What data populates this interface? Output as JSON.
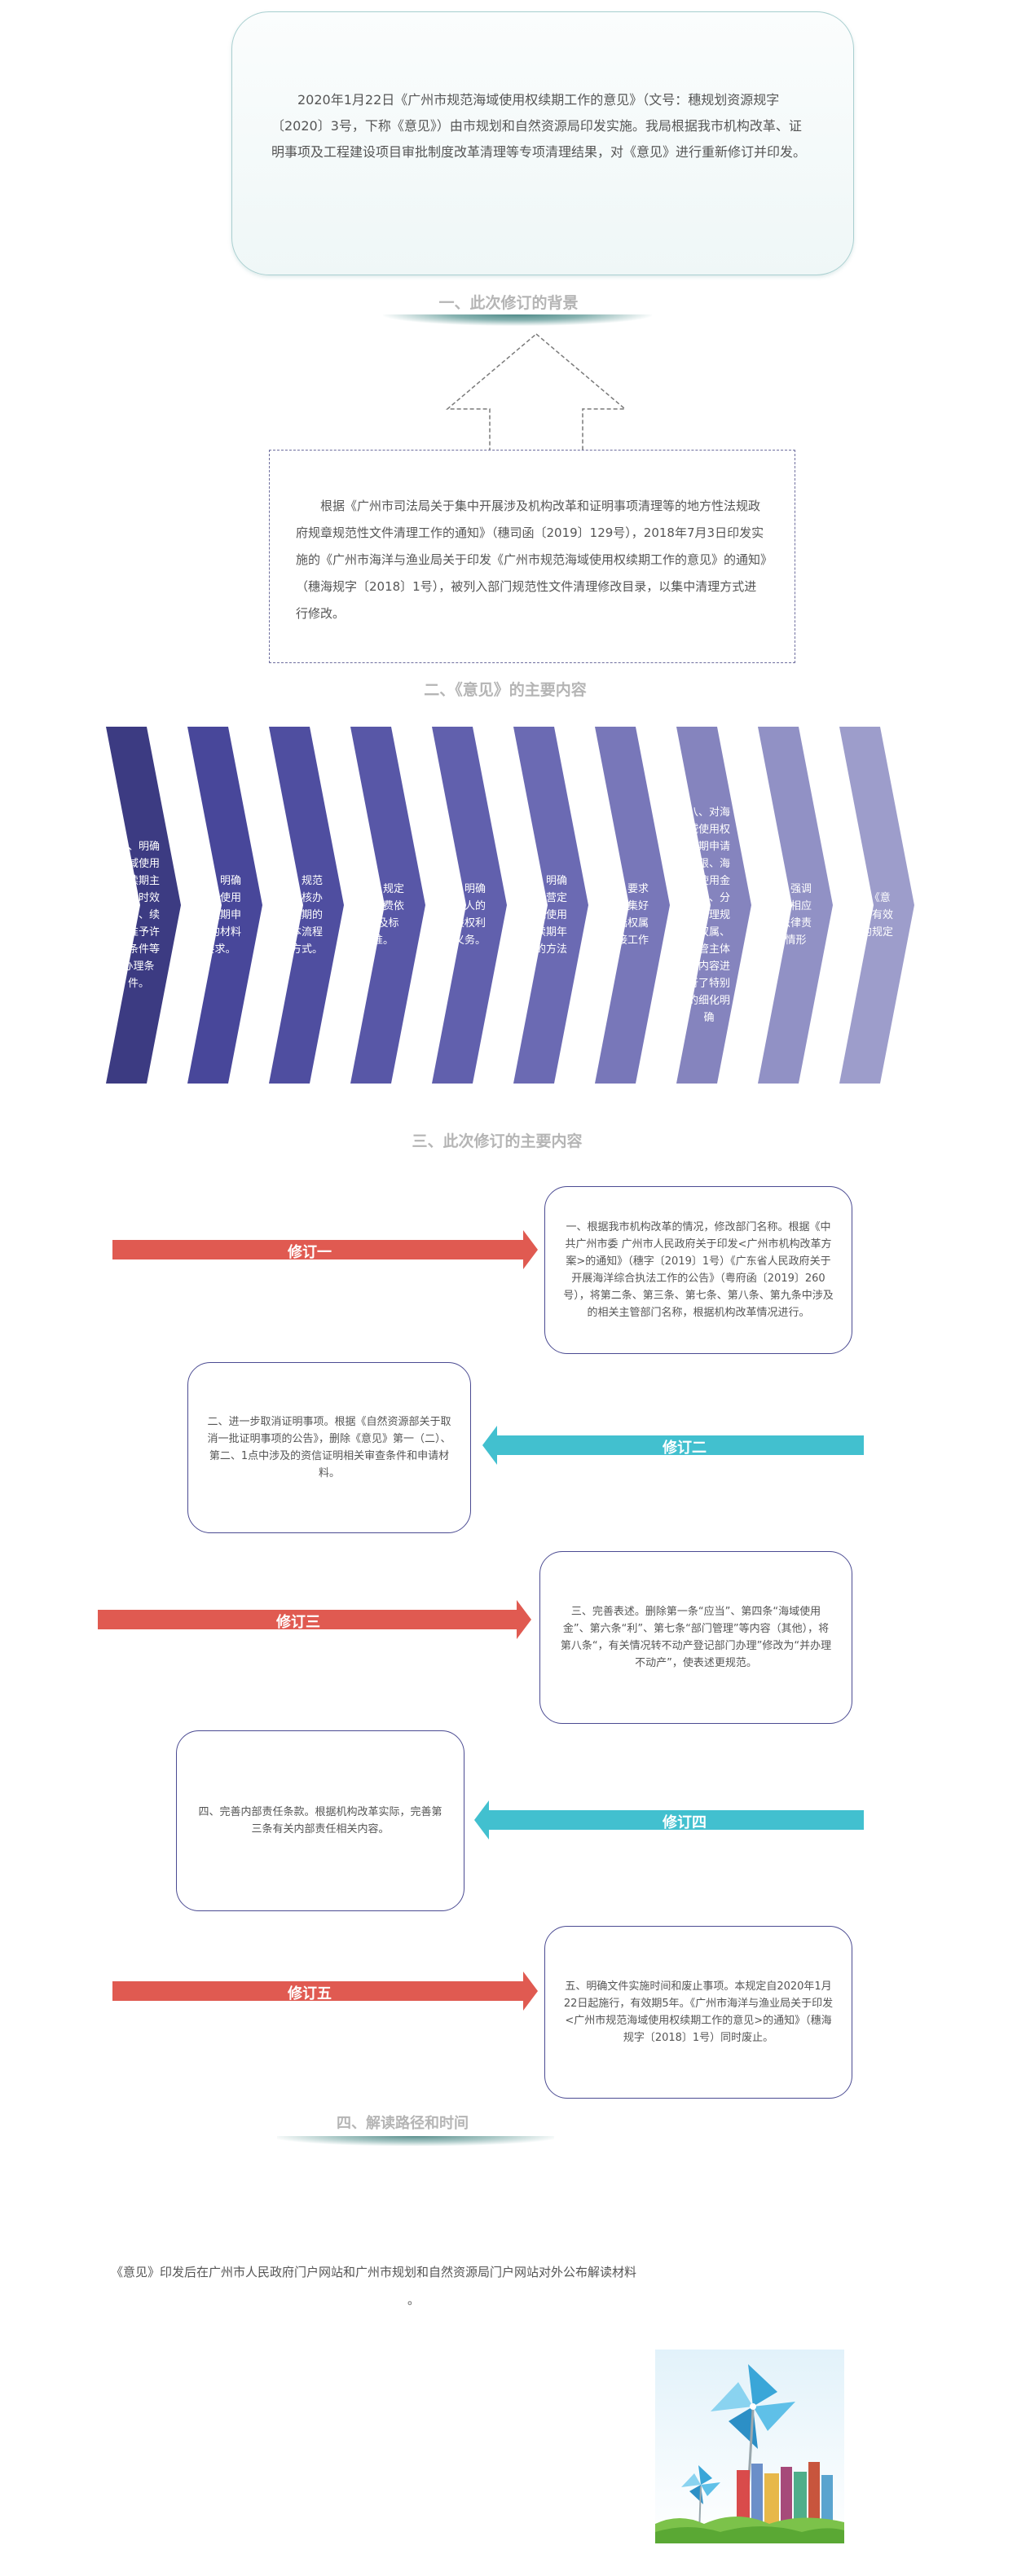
{
  "intro": {
    "text": "2020年1月22日《广州市规范海域使用权续期工作的意见》（文号：穗规划资源规字〔2020〕3号，下称《意见》）由市规划和自然资源局印发实施。我局根据我市机构改革、证明事项及工程建设项目审批制度改革清理等专项清理结果，对《意见》进行重新修订并印发。"
  },
  "section1": {
    "title": "一、此次修订的背景",
    "body": "根据《广州市司法局关于集中开展涉及机构改革和证明事项清理等的地方性法规政府规章规范性文件清理工作的通知》（穗司函〔2019〕129号），2018年7月3日印发实施的《广州市海洋与渔业局关于印发《广州市规范海域使用权续期工作的意见》的通知》（穗海规字〔2018〕1号），被列入部门规范性文件清理修改目录，以集中清理方式进行修改。"
  },
  "section2": {
    "title": "二、《意见》的主要内容",
    "items": [
      "一、明确海域使用权续期主体与时效条件、续期准予许可条件等办理条件。",
      "二、明确海域使用权续期申请的材料要求。",
      "三、规范了审核办理续期的基本流程和方式。",
      "四、规定了收费依据及标准。",
      "五、明确申请人的一般权利和义务。",
      "六、明确依法营定海域使用权续期年限的方法",
      "七、要求依法集好海陆权属衔接工作",
      "八、对海域使用权续期申请时限、海域使用金征计、分类清理规范权属、监管主体等内容进行了特别的细化明确",
      "九、强调检究相应的法律责任情形",
      "十、《意见》有效期的规定"
    ],
    "colors": [
      "#3c3b82",
      "#48479a",
      "#4f4ea0",
      "#5857a7",
      "#6160ad",
      "#6b6ab3",
      "#7877b9",
      "#8584be",
      "#9191c5",
      "#9d9dcb"
    ]
  },
  "section3": {
    "title": "三、此次修订的主要内容",
    "revisions": [
      {
        "label": "修订一",
        "color": "#e05a51",
        "text": "一、根据我市机构改革的情况，修改部门名称。根据《中共广州市委 广州市人民政府关于印发<广州市机构改革方案>的通知》（穗字〔2019〕1号）《广东省人民政府关于开展海洋综合执法工作的公告》（粤府函〔2019〕260号），将第二条、第三条、第七条、第八条、第九条中涉及的相关主管部门名称，根据机构改革情况进行。"
      },
      {
        "label": "修订二",
        "color": "#42c0cf",
        "text": "二、进一步取消证明事项。根据《自然资源部关于取消一批证明事项的公告》，删除《意见》第一（二）、第二、1点中涉及的资信证明相关审查条件和申请材料。"
      },
      {
        "label": "修订三",
        "color": "#e05a51",
        "text": "三、完善表述。删除第一条“应当”、第四条“海域使用金”、第六条“利”、第七条“部门管理”等内容（其他），将第八条“，有关情况转不动产登记部门办理”修改为“并办理不动产”，使表述更规范。"
      },
      {
        "label": "修订四",
        "color": "#42c0cf",
        "text": "四、完善内部责任条款。根据机构改革实际，完善第三条有关内部责任相关内容。"
      },
      {
        "label": "修订五",
        "color": "#e05a51",
        "text": "五、明确文件实施时间和废止事项。本规定自2020年1月22日起施行，有效期5年。《广州市海洋与渔业局关于印发<广州市规范海域使用权续期工作的意见>的通知》（穗海规字〔2018〕1号）同时废止。"
      }
    ]
  },
  "section4": {
    "title": "四、解读路径和时间",
    "body": "《意见》印发后在广州市人民政府门户网站和广州市规划和自然资源局门户网站对外公布解读材料",
    "dot": "。"
  },
  "decor": {
    "illustration": "pinwheel-and-books-illustration",
    "palette": {
      "teal": "#42c0cf",
      "red": "#e05a51",
      "navy": "#3c3b82",
      "sky": "#eaf6fb"
    }
  }
}
